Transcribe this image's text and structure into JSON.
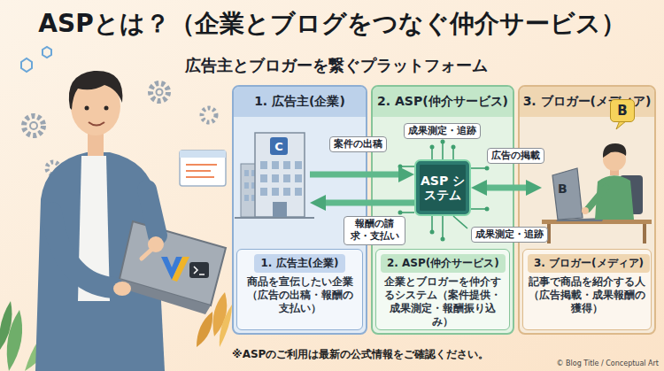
{
  "diagram": {
    "title": "ASPとは？（企業とブログをつなぐ仲介サービス）",
    "nodes": [
      {
        "text": [
          "1. 広告主(企業)"
        ]
      },
      {
        "text": [
          "C"
        ],
        "in": 0
      },
      {
        "text": [
          "1. 広告主(企業)",
          "商品を宣伝したい企業（広告の出稿・報酬の支払い）"
        ],
        "in": 0
      },
      {
        "text": [
          "2. ASP(仲介サービス)"
        ]
      },
      {
        "text": [
          "ASP システム"
        ],
        "in": 3
      },
      {
        "text": [
          "2. ASP(仲介サービス)",
          "企業とブロガーを仲介するシステム（案件提供・成果測定・報酬振り込み）"
        ],
        "in": 3
      },
      {
        "text": [
          "3. ブロガー(メディア)"
        ]
      },
      {
        "text": [
          "B"
        ],
        "in": 6
      },
      {
        "text": [
          "3. ブロガー(メディア)",
          "記事で商品を紹介する人（広告掲載・成果報酬の獲得）"
        ],
        "in": 6
      }
    ],
    "edges": [
      {
        "from": 1,
        "to": 4,
        "label": "案件の出稿",
        "arrow": "to"
      },
      {
        "from": 4,
        "to": 1,
        "label": "報酬の請求・支払い",
        "arrow": "to"
      },
      {
        "from": 4,
        "to": 7,
        "label": "広告の掲載",
        "arrow": "both"
      }
    ],
    "labels": [
      "広告主とブロガーを繋ぐプラットフォーム",
      "成果測定・追跡",
      "成果測定・追跡",
      "B",
      "※ASPのご利用は最新の公式情報をご確認ください。",
      "© Blog Title / Conceptual Art"
    ]
  }
}
